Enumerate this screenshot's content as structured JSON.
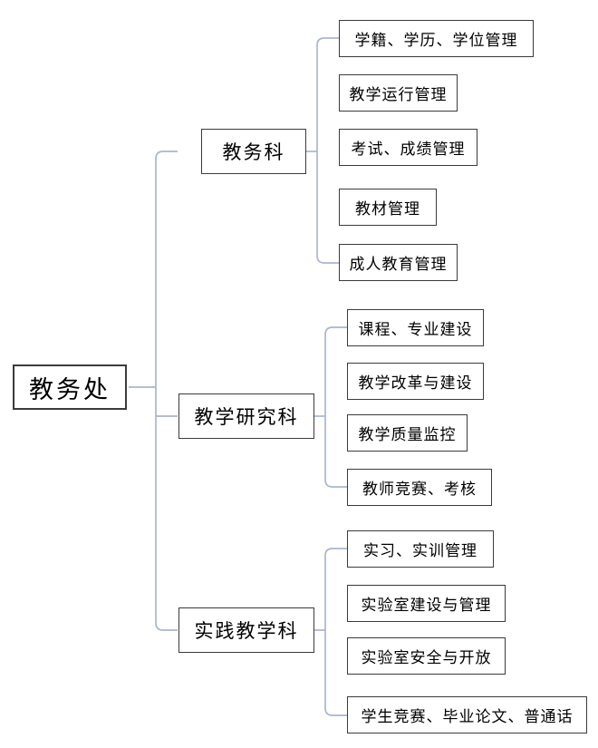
{
  "diagram": {
    "type": "organization-tree",
    "orientation": "left-to-right",
    "title_text": "教务处",
    "connector_color": "#a9b6cf",
    "box_border_color": "#3b3b3b",
    "background_color": "#ffffff",
    "root": {
      "label": "教务处"
    },
    "branches": [
      {
        "label": "教务科",
        "children": [
          {
            "label": "学籍、学历、学位管理"
          },
          {
            "label": "教学运行管理"
          },
          {
            "label": "考试、成绩管理"
          },
          {
            "label": "教材管理"
          },
          {
            "label": "成人教育管理"
          }
        ]
      },
      {
        "label": "教学研究科",
        "children": [
          {
            "label": "课程、专业建设"
          },
          {
            "label": "教学改革与建设"
          },
          {
            "label": "教学质量监控"
          },
          {
            "label": "教师竞赛、考核"
          }
        ]
      },
      {
        "label": "实践教学科",
        "children": [
          {
            "label": "实习、实训管理"
          },
          {
            "label": "实验室建设与管理"
          },
          {
            "label": "实验室安全与开放"
          },
          {
            "label": "学生竞赛、毕业论文、普通话"
          }
        ]
      }
    ]
  }
}
